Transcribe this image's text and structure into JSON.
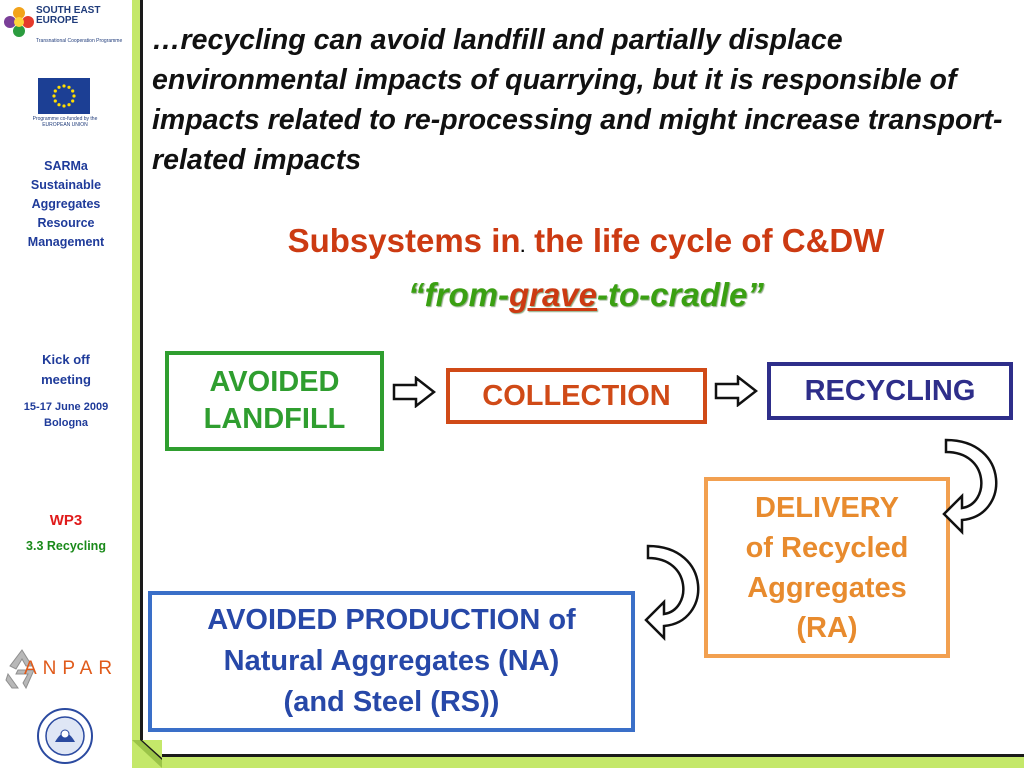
{
  "sidebar": {
    "see_logo": {
      "line1": "SOUTH EAST",
      "line2": "EUROPE",
      "tagline": "Transnational Cooperation Programme"
    },
    "eu_logo": {
      "caption": "Programme co-funded by the EUROPEAN UNION"
    },
    "project": [
      "SARMa",
      "Sustainable",
      "Aggregates",
      "Resource",
      "Management"
    ],
    "meeting": [
      "Kick off",
      "meeting"
    ],
    "dates": [
      "15-17 June 2009",
      "Bologna"
    ],
    "wp": "WP3",
    "wp_sub": "3.3 Recycling",
    "anpar_logo": "ANPAR"
  },
  "main": {
    "quote": "…recycling can avoid landfill and partially displace environmental impacts of quarrying, but it is responsible of impacts related to re-processing and might increase transport-related impacts",
    "heading_part1": "Subsystems in",
    "heading_dot": ".",
    "heading_part2": " the life cycle of C&DW",
    "subheading_open": "“from-",
    "subheading_emph": "grave",
    "subheading_close": "-to-cradle”"
  },
  "flow": {
    "avoided_landfill": [
      "AVOIDED",
      "LANDFILL"
    ],
    "collection": "COLLECTION",
    "recycling": "RECYCLING",
    "delivery": [
      "DELIVERY",
      "of Recycled",
      "Aggregates",
      "(RA)"
    ],
    "avoided_production": [
      "AVOIDED PRODUCTION of",
      "Natural Aggregates (NA)",
      "(and Steel (RS))"
    ]
  },
  "colors": {
    "frame_green": "#c4e86a",
    "heading_red": "#cc3a12",
    "box_green": "#2f9e2f",
    "box_orange_red": "#d04a17",
    "box_navy": "#2e2e8a",
    "box_orange": "#f2a050",
    "box_blue": "#3a6fc8"
  }
}
